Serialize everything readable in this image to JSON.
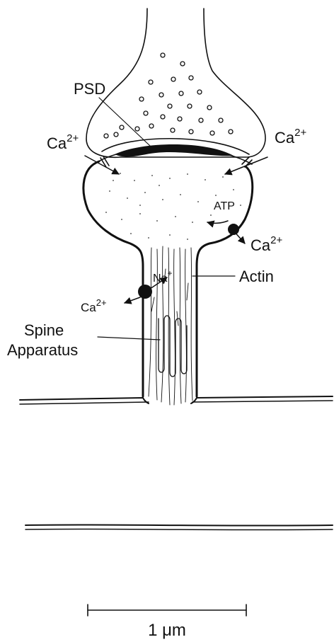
{
  "labels": {
    "psd": "PSD",
    "ca_left": "Ca",
    "ca_left_sup": "2+",
    "ca_right": "Ca",
    "ca_right_sup": "2+",
    "atp": "ATP",
    "ca_atp": "Ca",
    "ca_atp_sup": "2+",
    "na": "Na",
    "na_sup": "+",
    "ca_na": "Ca",
    "ca_na_sup": "2+",
    "actin": "Actin",
    "spine_line1": "Spine",
    "spine_line2": "Apparatus"
  },
  "scale_bar": {
    "label": "1 μm"
  },
  "colors": {
    "ink": "#111111",
    "background": "#ffffff"
  }
}
